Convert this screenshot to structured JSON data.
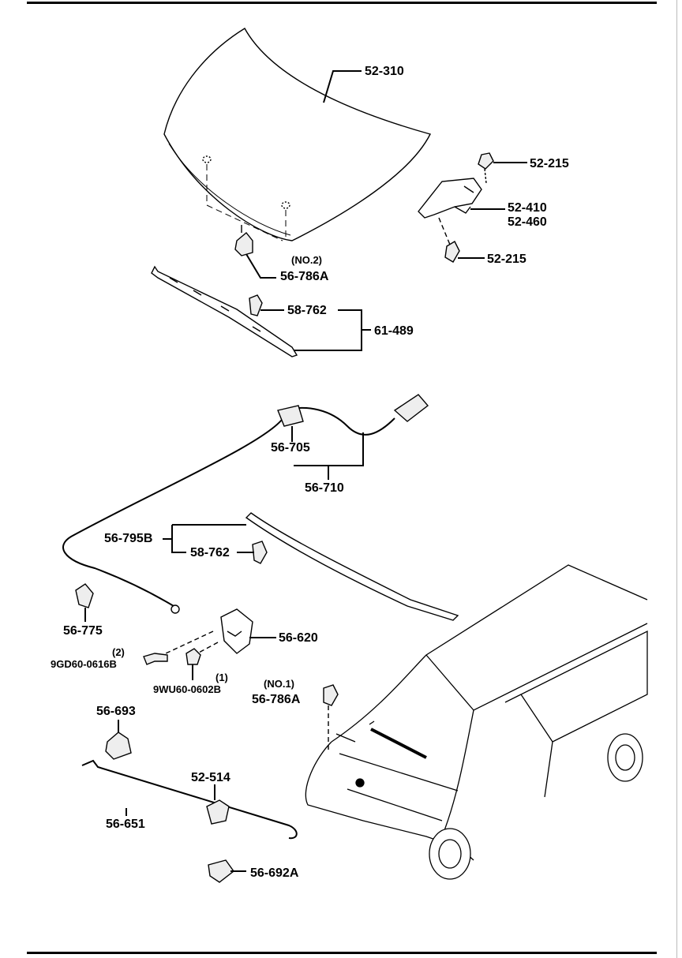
{
  "parts": {
    "hood": "52-310",
    "hinge_bolt_top": "52-215",
    "hinge_a": "52-410",
    "hinge_b": "52-460",
    "hinge_bolt_bottom": "52-215",
    "clip_no2_note": "(NO.2)",
    "clip_no2": "56-786A",
    "seal_clip": "58-762",
    "seal_assembly": "61-489",
    "release_cable": "56-705",
    "release_cable_assy": "56-710",
    "seal_rear": "56-795B",
    "seal_rear_clip": "58-762",
    "cable_holder": "56-775",
    "latch": "56-620",
    "bolt_note": "(2)",
    "bolt": "9GD60-0616B",
    "nut_note": "(1)",
    "nut": "9WU60-0602B",
    "clip_no1_note": "(NO.1)",
    "clip_no1": "56-786A",
    "stay_clip": "56-693",
    "stay_holder": "52-514",
    "stay": "56-651",
    "grommet": "56-692A"
  },
  "colors": {
    "line": "#000000",
    "paper": "#ffffff"
  }
}
